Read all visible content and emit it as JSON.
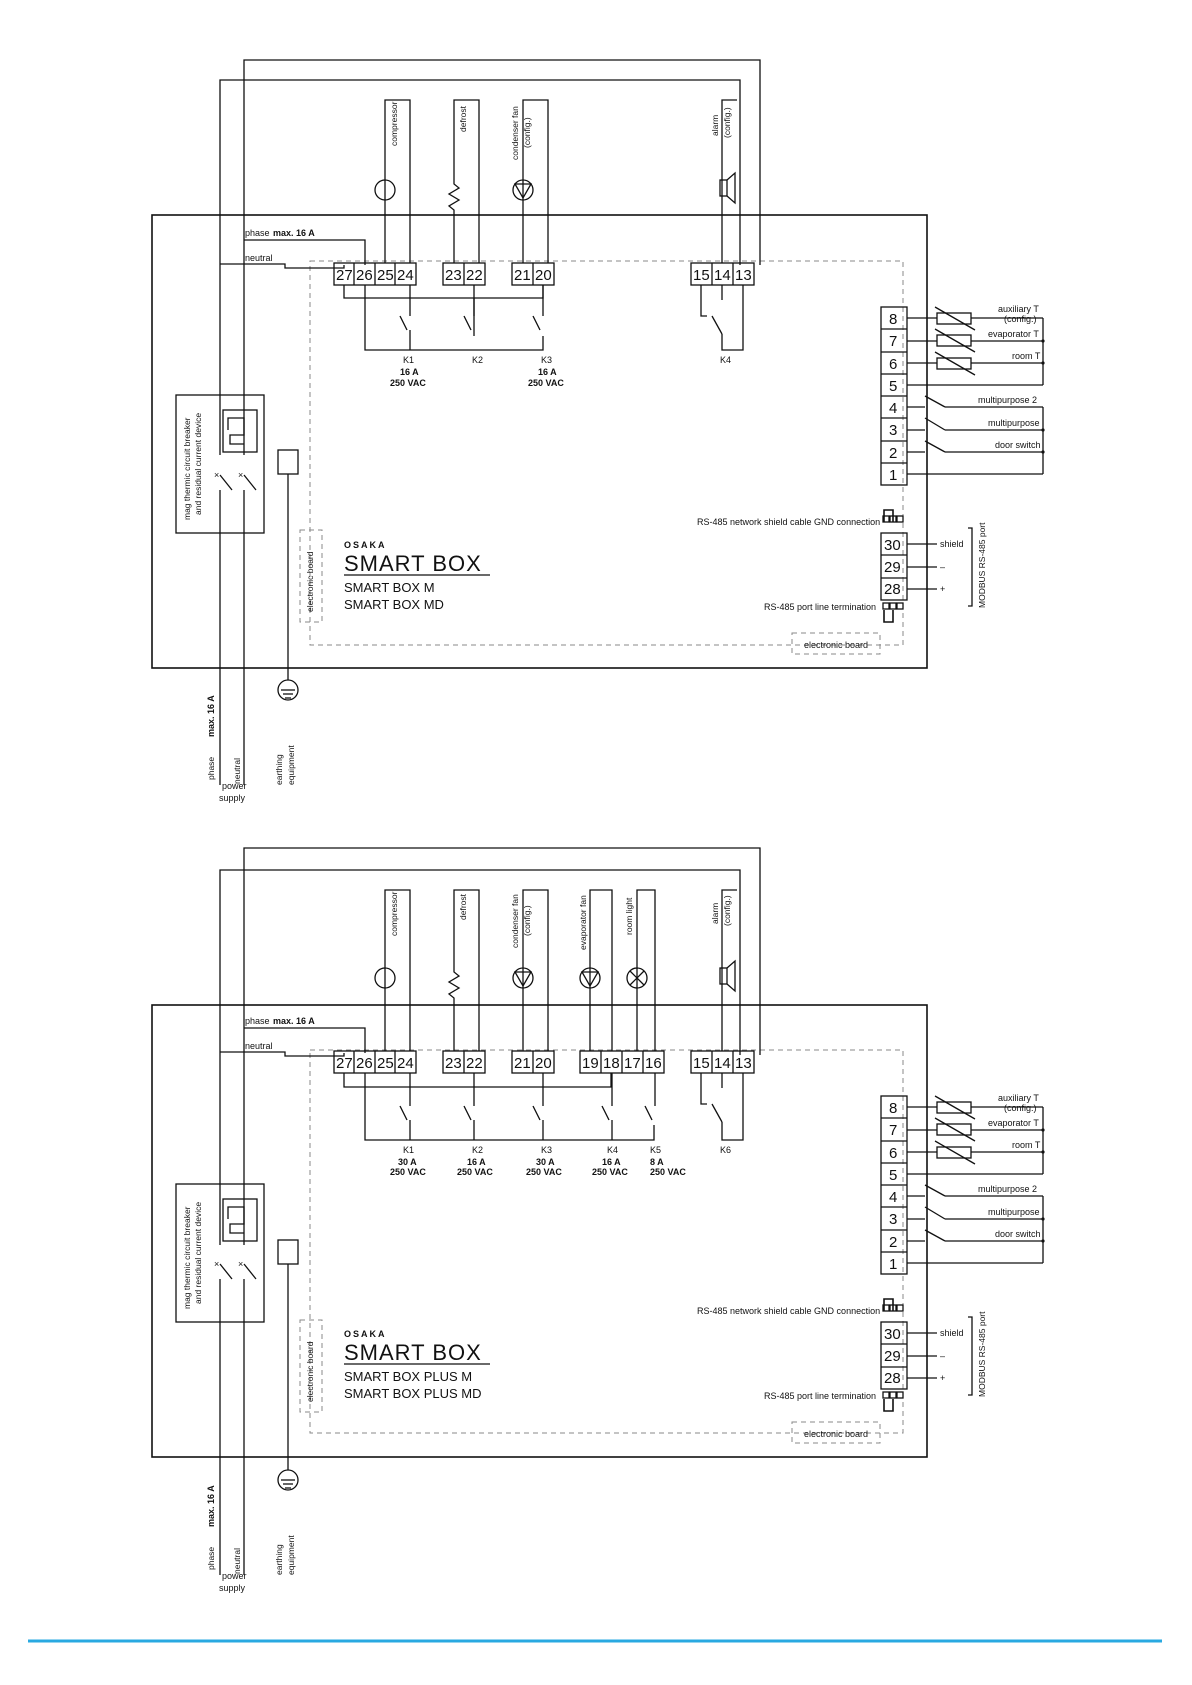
{
  "footer_color": "#29a9e1",
  "diagrams": [
    {
      "id": "top",
      "brand_logo": "OSAKA",
      "brand_title": "SMART BOX",
      "models": [
        "SMART BOX M",
        "SMART BOX MD"
      ],
      "phase_label": "phase",
      "phase_max": "max. 16 A",
      "neutral_label": "neutral",
      "top_terminals": [
        "27",
        "26",
        "25",
        "24",
        "23",
        "22",
        "21",
        "20",
        "15",
        "14",
        "13"
      ],
      "loads": [
        {
          "name": "compressor",
          "icon": "circle-icon"
        },
        {
          "name": "defrost",
          "icon": "resistor-icon"
        },
        {
          "name": "condenser fan",
          "sub": "(config.)",
          "icon": "fan-icon"
        },
        {
          "name": "alarm",
          "sub": "(config.)",
          "icon": "speaker-icon"
        }
      ],
      "relays": [
        {
          "name": "K1",
          "rating1": "16 A",
          "rating2": "250 VAC"
        },
        {
          "name": "K2",
          "rating1": "",
          "rating2": ""
        },
        {
          "name": "K3",
          "rating1": "16 A",
          "rating2": "250 VAC"
        },
        {
          "name": "K4",
          "rating1": "",
          "rating2": ""
        }
      ],
      "right_terminals": [
        "8",
        "7",
        "6",
        "5",
        "4",
        "3",
        "2",
        "1"
      ],
      "inputs": [
        "auxiliary T",
        "(config.)",
        "evaporator T",
        "room T",
        "multipurpose 2",
        "multipurpose",
        "door switch"
      ],
      "rs485_gnd": "RS-485 network shield cable GND connection",
      "modbus_terminals": [
        "30",
        "29",
        "28"
      ],
      "shield_label": "shield",
      "minus_label": "–",
      "plus_label": "+",
      "modbus_label": "MODBUS RS-485 port",
      "rs485_term": "RS-485 port line termination",
      "electronic_board": "electronic board",
      "breaker_label1": "mag thermic circuit breaker",
      "breaker_label2": "and residual current device",
      "supply_phase": "phase",
      "supply_max": "max. 16 A",
      "supply_neutral": "neutral",
      "supply_power": "power",
      "supply_supply": "supply",
      "earthing1": "earthing",
      "earthing2": "equipment"
    },
    {
      "id": "bottom",
      "brand_logo": "OSAKA",
      "brand_title": "SMART BOX",
      "models": [
        "SMART BOX PLUS M",
        "SMART BOX PLUS MD"
      ],
      "phase_label": "phase",
      "phase_max": "max. 16 A",
      "neutral_label": "neutral",
      "top_terminals": [
        "27",
        "26",
        "25",
        "24",
        "23",
        "22",
        "21",
        "20",
        "19",
        "18",
        "17",
        "16",
        "15",
        "14",
        "13"
      ],
      "loads": [
        {
          "name": "compressor",
          "icon": "circle-icon"
        },
        {
          "name": "defrost",
          "icon": "resistor-icon"
        },
        {
          "name": "condenser fan",
          "sub": "(config.)",
          "icon": "fan-icon"
        },
        {
          "name": "evaporator fan",
          "icon": "fan-icon"
        },
        {
          "name": "room light",
          "icon": "lamp-icon"
        },
        {
          "name": "alarm",
          "sub": "(config.)",
          "icon": "speaker-icon"
        }
      ],
      "relays": [
        {
          "name": "K1",
          "rating1": "30 A",
          "rating2": "250 VAC"
        },
        {
          "name": "K2",
          "rating1": "16 A",
          "rating2": "250 VAC"
        },
        {
          "name": "K3",
          "rating1": "30 A",
          "rating2": "250 VAC"
        },
        {
          "name": "K4",
          "rating1": "16 A",
          "rating2": "250 VAC"
        },
        {
          "name": "K5",
          "rating1": "8 A",
          "rating2": "250 VAC"
        },
        {
          "name": "K6",
          "rating1": "",
          "rating2": ""
        }
      ],
      "right_terminals": [
        "8",
        "7",
        "6",
        "5",
        "4",
        "3",
        "2",
        "1"
      ],
      "inputs": [
        "auxiliary T",
        "(config.)",
        "evaporator T",
        "room T",
        "multipurpose 2",
        "multipurpose",
        "door switch"
      ],
      "rs485_gnd": "RS-485 network shield cable GND connection",
      "modbus_terminals": [
        "30",
        "29",
        "28"
      ],
      "shield_label": "shield",
      "minus_label": "–",
      "plus_label": "+",
      "modbus_label": "MODBUS RS-485 port",
      "rs485_term": "RS-485 port line termination",
      "electronic_board": "electronic board",
      "breaker_label1": "mag thermic circuit breaker",
      "breaker_label2": "and residual current device",
      "supply_phase": "phase",
      "supply_max": "max. 16 A",
      "supply_neutral": "neutral",
      "supply_power": "power",
      "supply_supply": "supply",
      "earthing1": "earthing",
      "earthing2": "equipment"
    }
  ]
}
